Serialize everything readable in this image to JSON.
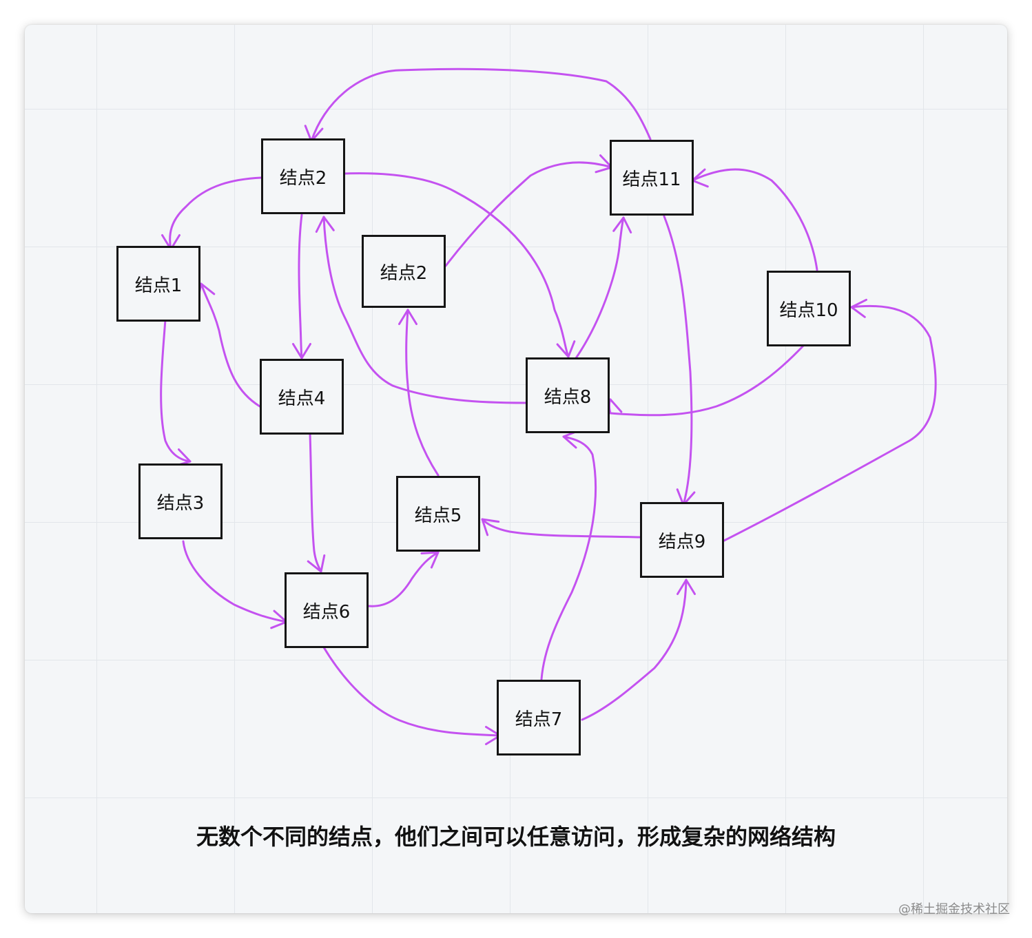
{
  "diagram": {
    "nodes": [
      {
        "id": "n2a",
        "label": "结点2"
      },
      {
        "id": "n11",
        "label": "结点11"
      },
      {
        "id": "n1",
        "label": "结点1"
      },
      {
        "id": "n2b",
        "label": "结点2"
      },
      {
        "id": "n10",
        "label": "结点10"
      },
      {
        "id": "n4",
        "label": "结点4"
      },
      {
        "id": "n8",
        "label": "结点8"
      },
      {
        "id": "n3",
        "label": "结点3"
      },
      {
        "id": "n5",
        "label": "结点5"
      },
      {
        "id": "n9",
        "label": "结点9"
      },
      {
        "id": "n6",
        "label": "结点6"
      },
      {
        "id": "n7",
        "label": "结点7"
      }
    ],
    "edges": [
      {
        "from": "n11",
        "to": "n2a"
      },
      {
        "from": "n2a",
        "to": "n1"
      },
      {
        "from": "n2a",
        "to": "n8"
      },
      {
        "from": "n2a",
        "to": "n4"
      },
      {
        "from": "n2b",
        "to": "n11"
      },
      {
        "from": "n10",
        "to": "n11"
      },
      {
        "from": "n11",
        "to": "n9"
      },
      {
        "from": "n8",
        "to": "n11"
      },
      {
        "from": "n8",
        "to": "n2a"
      },
      {
        "from": "n10",
        "to": "n8"
      },
      {
        "from": "n9",
        "to": "n10"
      },
      {
        "from": "n4",
        "to": "n1"
      },
      {
        "from": "n1",
        "to": "n3"
      },
      {
        "from": "n4",
        "to": "n6"
      },
      {
        "from": "n3",
        "to": "n6"
      },
      {
        "from": "n6",
        "to": "n5"
      },
      {
        "from": "n5",
        "to": "n2b"
      },
      {
        "from": "n9",
        "to": "n5"
      },
      {
        "from": "n6",
        "to": "n7"
      },
      {
        "from": "n7",
        "to": "n9"
      },
      {
        "from": "n7",
        "to": "n8"
      }
    ],
    "edge_color": "#c452f0"
  },
  "caption": "无数个不同的结点，他们之间可以任意访问，形成复杂的网络结构",
  "watermark": "@稀土掘金技术社区"
}
